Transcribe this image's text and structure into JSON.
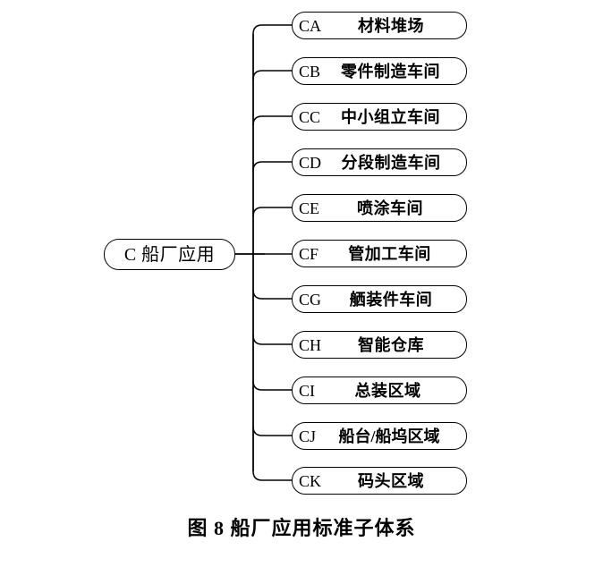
{
  "figure": {
    "caption": "图 8 船厂应用标准子体系",
    "root": {
      "code": "C",
      "label": "船厂应用",
      "text": "C  船厂应用"
    },
    "colors": {
      "stroke": "#000000",
      "background": "#ffffff",
      "text": "#000000"
    },
    "children": [
      {
        "code": "CA",
        "label": "材料堆场"
      },
      {
        "code": "CB",
        "label": "零件制造车间"
      },
      {
        "code": "CC",
        "label": "中小组立车间"
      },
      {
        "code": "CD",
        "label": "分段制造车间"
      },
      {
        "code": "CE",
        "label": "喷涂车间"
      },
      {
        "code": "CF",
        "label": "管加工车间"
      },
      {
        "code": "CG",
        "label": "舾装件车间"
      },
      {
        "code": "CH",
        "label": "智能仓库"
      },
      {
        "code": "CI",
        "label": "总装区域"
      },
      {
        "code": "CJ",
        "label": "船台/船坞区域"
      },
      {
        "code": "CK",
        "label": "码头区域"
      }
    ]
  }
}
